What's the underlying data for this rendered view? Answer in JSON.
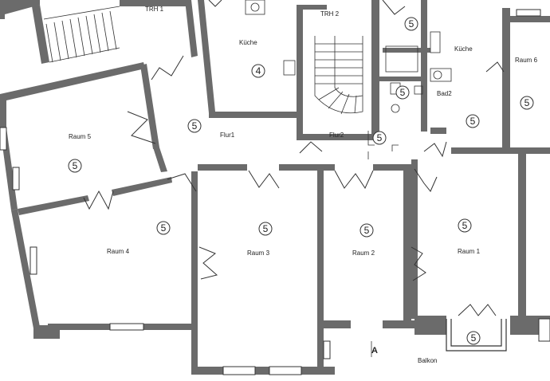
{
  "rooms": {
    "trh1": {
      "label": "TRH 1"
    },
    "kueche_left": {
      "label": "Küche",
      "marker": "4"
    },
    "trh2": {
      "label": "TRH 2",
      "marker": "5"
    },
    "kueche_right": {
      "label": "Küche",
      "marker": "5"
    },
    "raum6": {
      "label": "Raum 6",
      "marker": "5"
    },
    "raum5": {
      "label": "Raum 5",
      "marker": "5"
    },
    "flur1": {
      "label": "Flur1",
      "marker": "5"
    },
    "flur2": {
      "label": "Flur2",
      "marker": "5"
    },
    "bad2": {
      "label": "Bad2",
      "marker": "5"
    },
    "raum4": {
      "label": "Raum 4",
      "marker": "5"
    },
    "raum3": {
      "label": "Raum 3",
      "marker": "5"
    },
    "raum2": {
      "label": "Raum 2",
      "marker": "5"
    },
    "raum1": {
      "label": "Raum 1",
      "marker": "5"
    },
    "balkon": {
      "label": "Balkon",
      "marker": "5"
    }
  },
  "section_mark": "A",
  "colors": {
    "wall": "#6b6b6b",
    "line": "#333333",
    "paper": "#ffffff"
  }
}
